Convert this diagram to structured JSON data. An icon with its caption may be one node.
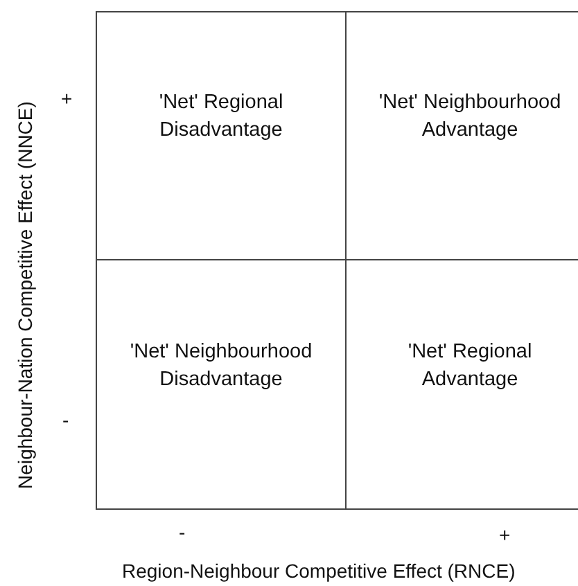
{
  "diagram": {
    "nodes": [
      {
        "text": [
          "'Net' Regional Disadvantage"
        ]
      },
      {
        "text": [
          "'Net' Neighbourhood Advantage"
        ]
      },
      {
        "text": [
          "'Net' Neighbourhood Disadvantage"
        ]
      },
      {
        "text": [
          "'Net' Regional Advantage"
        ]
      }
    ],
    "labels": [
      "Neighbour-Nation Competitive Effect (NNCE)",
      "+",
      "-",
      "-",
      "+",
      "Region-Neighbour Competitive Effect (RNCE)"
    ]
  }
}
